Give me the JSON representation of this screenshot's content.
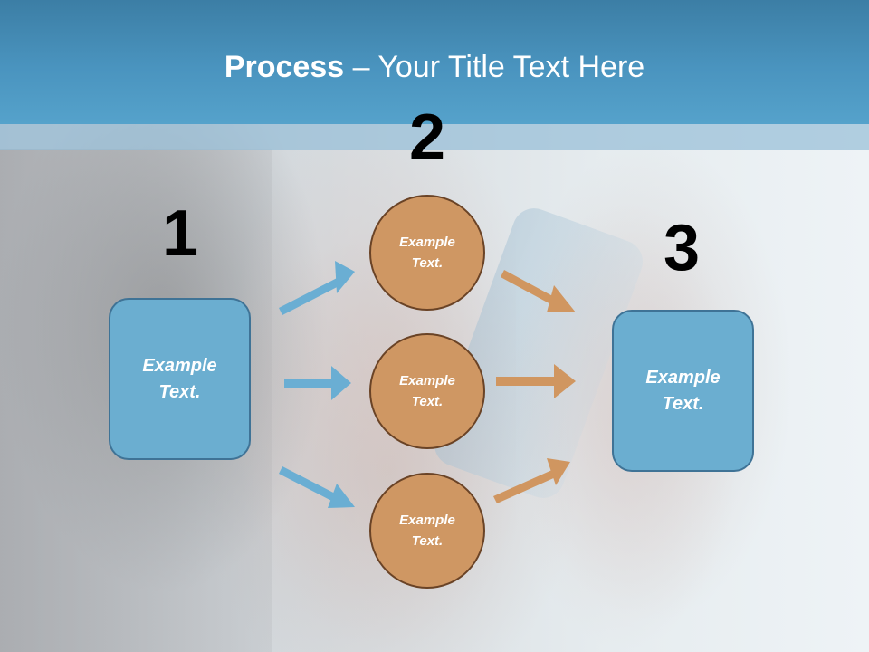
{
  "title": {
    "bold": "Process",
    "rest": " – Your Title Text Here"
  },
  "steps": [
    {
      "number": "1",
      "label": "Example\nText."
    },
    {
      "number": "2",
      "label": "Example\nText."
    },
    {
      "number": "3",
      "label": "Example\nText."
    }
  ],
  "circles": [
    {
      "label": "Example\nText."
    },
    {
      "label": "Example\nText."
    },
    {
      "label": "Example\nText."
    }
  ],
  "colors": {
    "header": "#4a94bf",
    "box_fill": "#6baed0",
    "circle_fill": "#cf9763",
    "blue_arrow": "#6aaed3",
    "orange_arrow": "#d09660"
  }
}
